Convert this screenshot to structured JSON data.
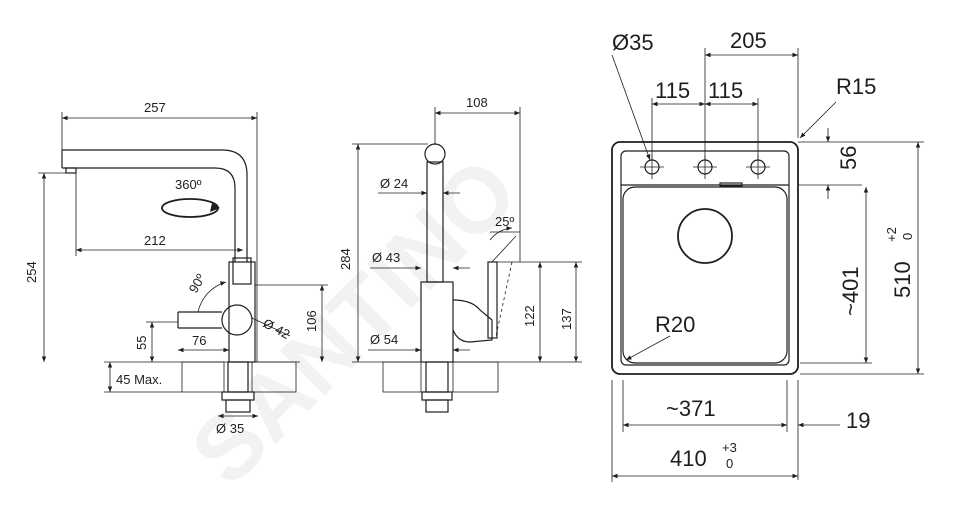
{
  "watermark": "SANTINO",
  "faucet_side": {
    "reach": "257",
    "spout_reach": "212",
    "height": "254",
    "rotation": "360º",
    "lever_angle": "90º",
    "body_diameter": "Ø 42",
    "lever_offset": "76",
    "lever_height": "55",
    "base_height": "106",
    "max_thickness": "45 Max.",
    "shank_diameter": "Ø 35"
  },
  "faucet_front": {
    "offset": "108",
    "height": "284",
    "spout_diameter": "Ø 24",
    "body_diameter": "Ø 43",
    "base_diameter": "Ø 54",
    "lever_angle": "25º",
    "lever_height": "122",
    "total_lever": "137"
  },
  "sink": {
    "hole_diameter": "Ø35",
    "hole_span": "205",
    "hole_spacing_a": "115",
    "hole_spacing_b": "115",
    "corner_radius": "R15",
    "ledge": "56",
    "bowl_radius": "R20",
    "bowl_length": "~401",
    "outer_length": "510",
    "outer_length_tol_plus": "+2",
    "outer_length_tol_minus": "0",
    "bowl_width": "~371",
    "edge": "19",
    "outer_width": "410",
    "outer_width_tol_plus": "+3",
    "outer_width_tol_minus": "0"
  }
}
